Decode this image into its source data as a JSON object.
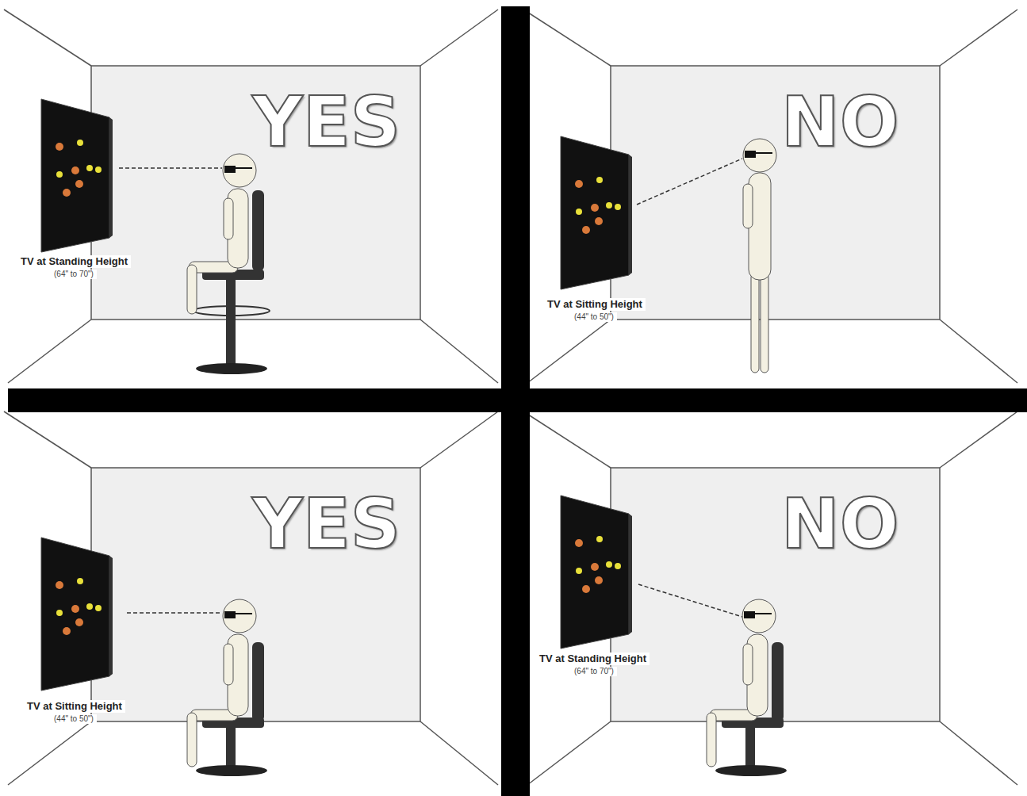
{
  "diagram": {
    "labels": [
      "YES",
      "TV at Standing Height",
      "(64\" to 70\")",
      "NO",
      "TV at Sitting Height",
      "(44\" to 50\")",
      "YES",
      "TV at Sitting Height",
      "(44\" to 50\")",
      "NO",
      "TV at Standing Height",
      "(64\" to 70\")"
    ]
  }
}
